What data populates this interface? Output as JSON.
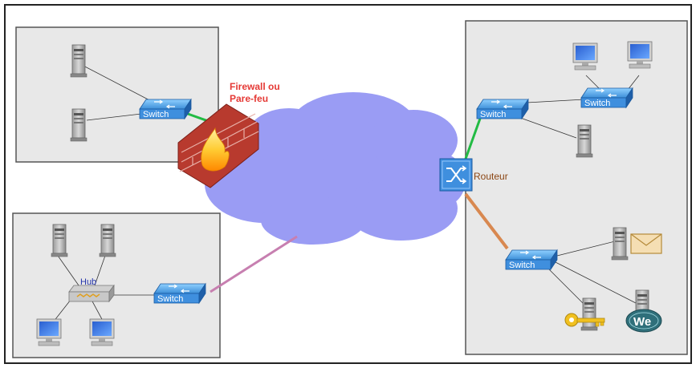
{
  "diagram": {
    "labels": {
      "firewall_line1": "Firewall ou",
      "firewall_line2": "Pare-feu",
      "router": "Routeur",
      "switch_top_left": "Switch",
      "switch_bottom_left": "Switch",
      "hub": "Hub",
      "switch_right_top": "Switch",
      "switch_right_upper": "Switch",
      "switch_right_lower": "Switch",
      "web_badge": "We"
    },
    "colors": {
      "cloud": "#9a9cf4",
      "panel_fill": "#e8e8e8",
      "switch_blue": "#2a7fd4",
      "firewall_brick": "#c0392b",
      "firewall_label": "#e53935",
      "router_label": "#8b4513",
      "link_green": "#22bb44",
      "link_orange": "#d88850",
      "link_pink": "#c77fb0",
      "key_gold": "#f0c020",
      "mail_tan": "#f5deb3"
    }
  }
}
